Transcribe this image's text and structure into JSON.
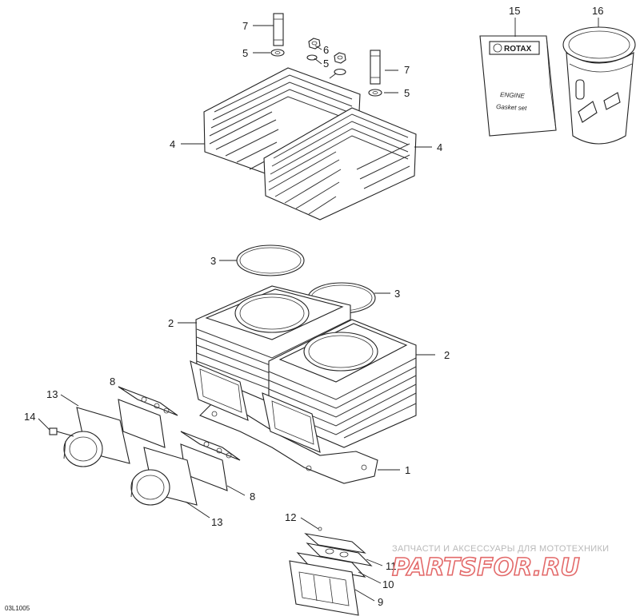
{
  "diagram": {
    "code": "03L1005",
    "callouts": {
      "c1": "1",
      "c2a": "2",
      "c2b": "2",
      "c3a": "3",
      "c3b": "3",
      "c4a": "4",
      "c4b": "4",
      "c5a": "5",
      "c5b": "5",
      "c5c": "5",
      "c6": "6",
      "c7a": "7",
      "c7b": "7",
      "c8a": "8",
      "c8b": "8",
      "c9": "9",
      "c10": "10",
      "c11": "11",
      "c12": "12",
      "c13a": "13",
      "c13b": "13",
      "c14": "14",
      "c15": "15",
      "c16": "16"
    },
    "booklet": {
      "brand": "ROTAX",
      "line1": "ENGINE",
      "line2": "Gasket set"
    }
  },
  "watermark": {
    "caption": "ЗАПЧАСТИ И АКСЕССУАРЫ ДЛЯ МОТОТЕХНИКИ",
    "logo": "PARTSFOR.RU"
  }
}
